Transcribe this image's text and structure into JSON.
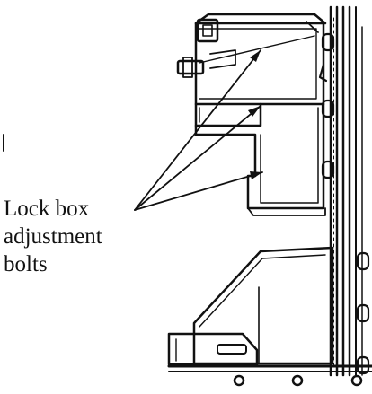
{
  "figure": {
    "callout_lines": [
      "Lock box",
      "adjustment",
      "bolts"
    ]
  },
  "colors": {
    "ink": "#111111",
    "background": "#ffffff"
  }
}
